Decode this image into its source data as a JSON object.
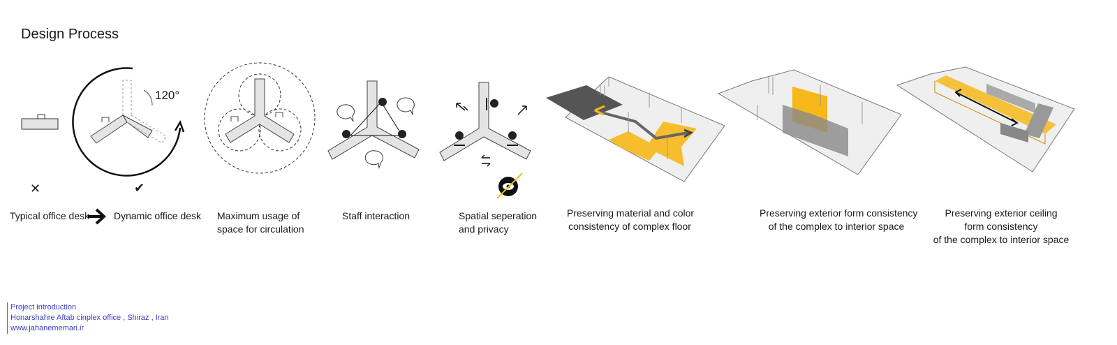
{
  "title": "Design Process",
  "panels": {
    "typical": {
      "caption": [
        "Typical office desk"
      ],
      "mark": "✕"
    },
    "dynamic": {
      "caption": [
        "Dynamic office desk"
      ],
      "mark": "✔",
      "angle_label": "120°"
    },
    "maximum": {
      "caption": [
        "Maximum usage of",
        "space for circulation"
      ]
    },
    "staff": {
      "caption": [
        "Staff interaction"
      ]
    },
    "spatial": {
      "caption": [
        "Spatial seperation",
        "and privacy"
      ]
    },
    "floor": {
      "caption": [
        "Preserving material and color",
        "consistency of complex floor"
      ]
    },
    "exterior": {
      "caption": [
        "Preserving exterior form consistency",
        "of the complex to interior space"
      ]
    },
    "ceiling": {
      "caption": [
        "Preserving exterior ceiling",
        "form consistency",
        "of the complex to interior space"
      ]
    }
  },
  "footer": {
    "line1": "Project introduction",
    "line2": "Honarshahre Aftab cinplex office , Shiraz , Iran",
    "line3": "www.jahanememari.ir"
  },
  "colors": {
    "accent": "#f6b81a",
    "desk": "#e4e4e4",
    "dark": "#5a5a5a",
    "footer": "#3b3bc9"
  }
}
